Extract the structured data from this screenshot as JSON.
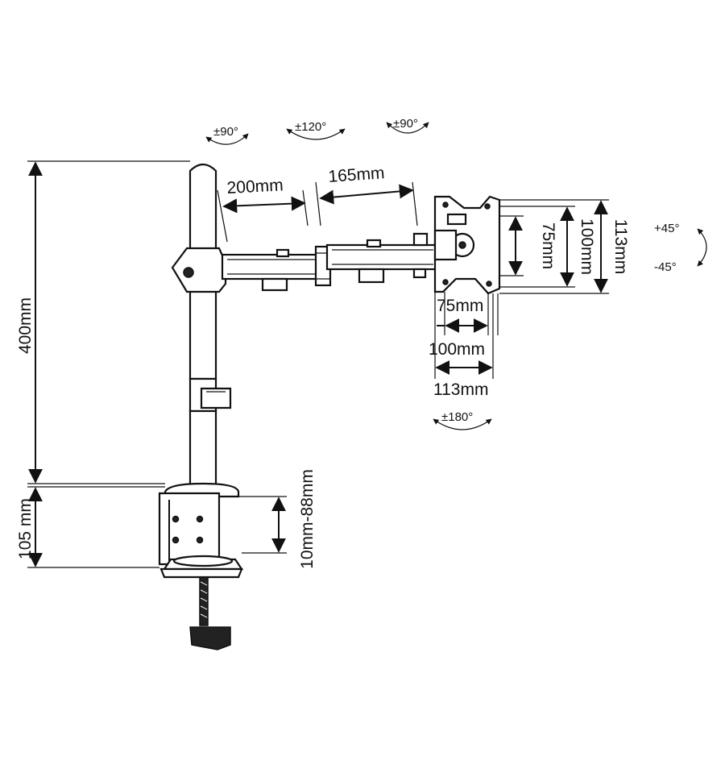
{
  "rotations": {
    "pole_swivel": "±90°",
    "arm_swivel": "±120°",
    "head_swivel": "±90°",
    "rotate": "±180°",
    "tilt_up": "+45°",
    "tilt_down": "-45°"
  },
  "dimensions": {
    "arm1": "200mm",
    "arm2": "165mm",
    "pole_height": "400mm",
    "clamp_height": "105 mm",
    "desk_thickness": "10mm-88mm",
    "vesa_h_75": "75mm",
    "vesa_h_100": "100mm",
    "vesa_h_113": "113mm",
    "vesa_w_75": "75mm",
    "vesa_w_100": "100mm",
    "vesa_w_113": "113mm"
  }
}
